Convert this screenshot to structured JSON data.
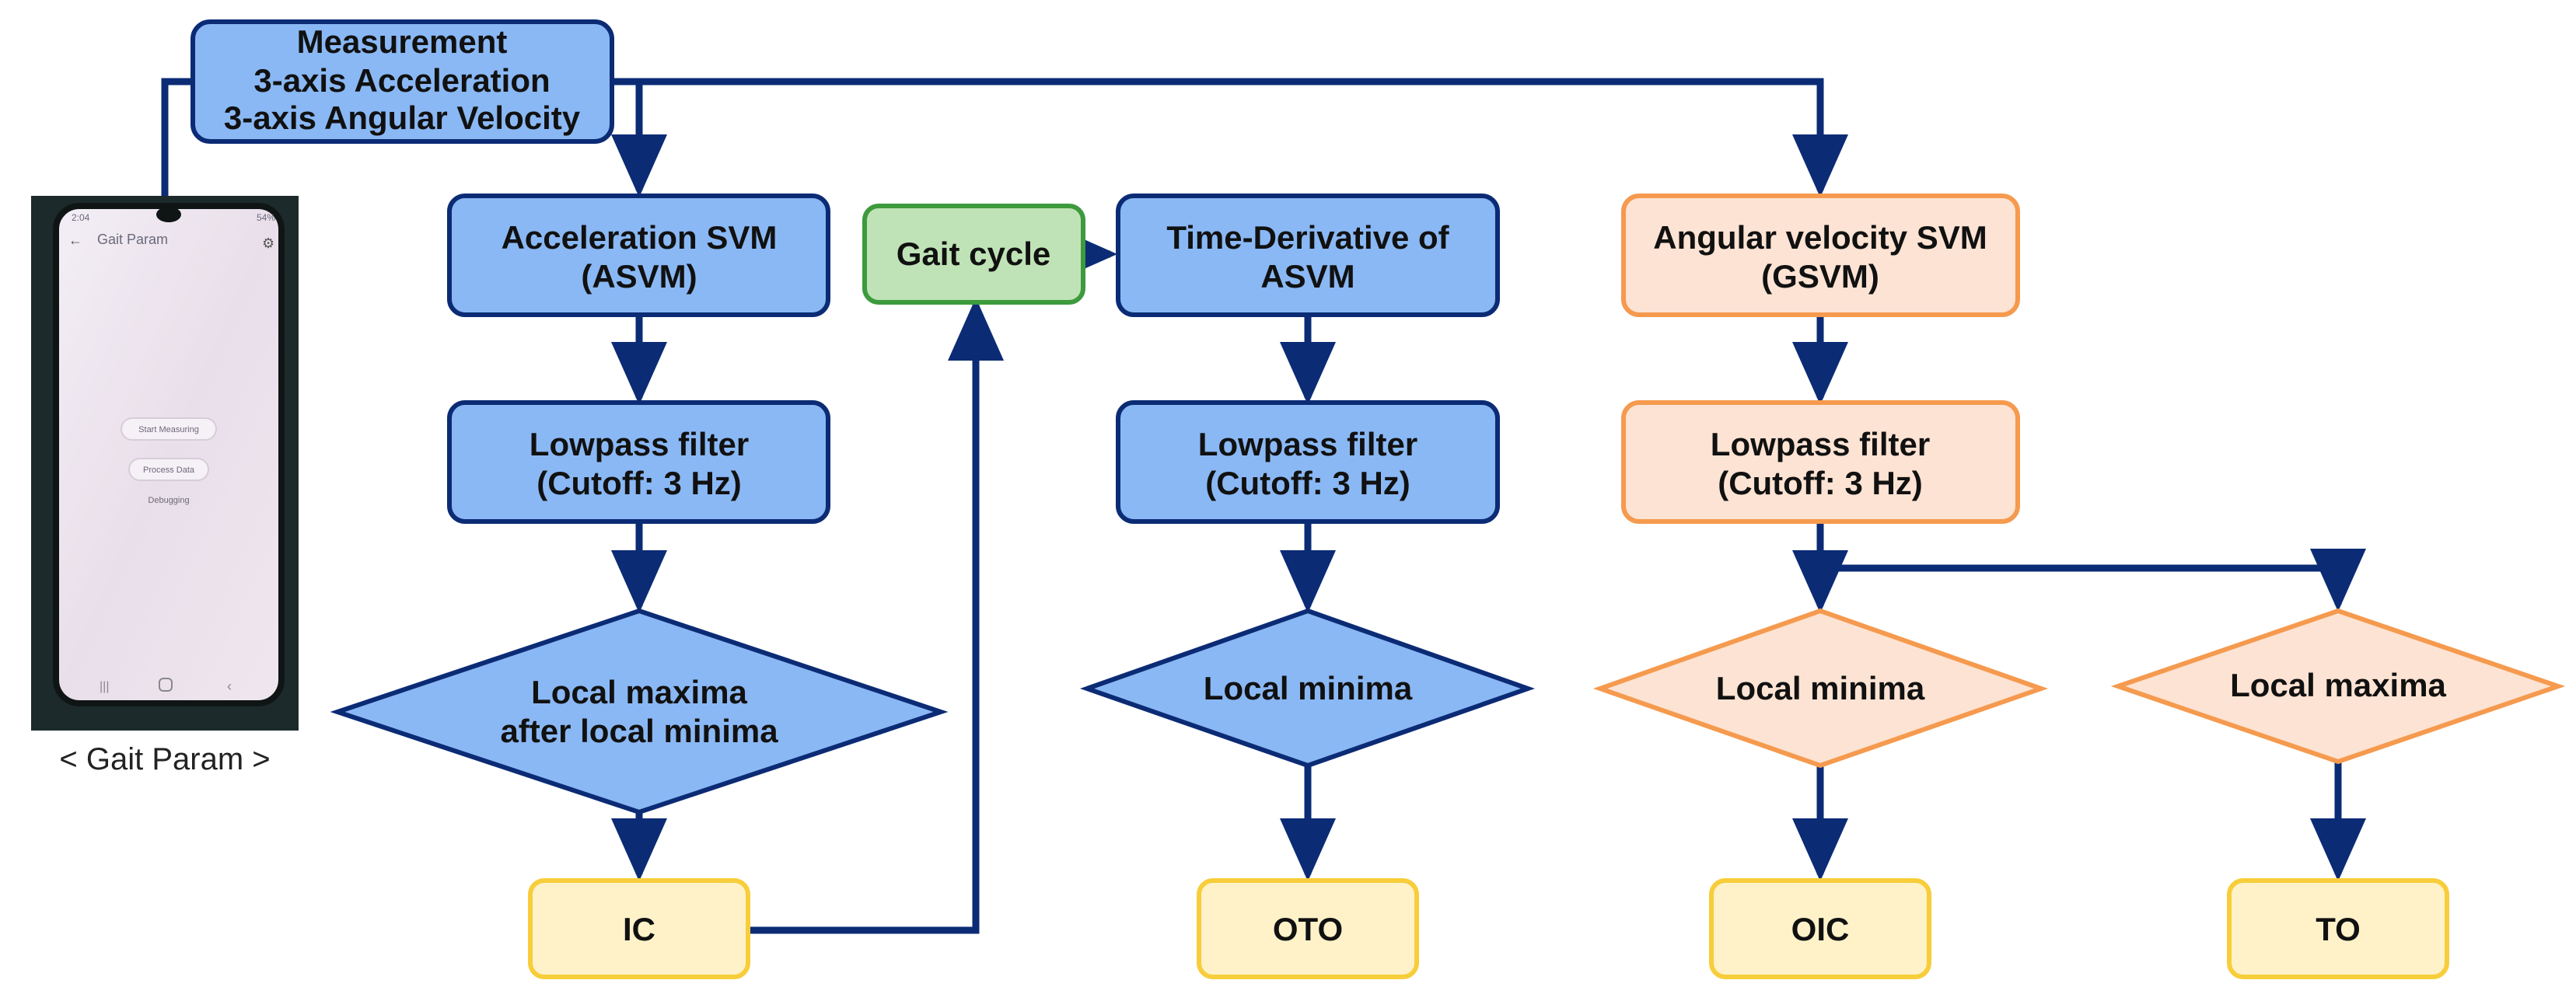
{
  "measurement": {
    "lines": [
      "Measurement",
      "3-axis Acceleration",
      "3-axis Angular Velocity"
    ]
  },
  "phone": {
    "status_time": "2:04",
    "status_battery": "54%",
    "app_title": "Gait Param",
    "start_button": "Start Measuring",
    "process_button": "Process Data",
    "debug_label": "Debugging",
    "caption": "< Gait Param >"
  },
  "column1": {
    "svm": [
      "Acceleration SVM",
      "(ASVM)"
    ],
    "filter": [
      "Lowpass filter",
      "(Cutoff: 3 Hz)"
    ],
    "detect": [
      "Local maxima",
      "after local minima"
    ],
    "event": "IC"
  },
  "gait_cycle": "Gait cycle",
  "column2": {
    "svm": [
      "Time-Derivative of",
      "ASVM"
    ],
    "filter": [
      "Lowpass filter",
      "(Cutoff: 3 Hz)"
    ],
    "detect": "Local minima",
    "event": "OTO"
  },
  "column3": {
    "svm": [
      "Angular velocity SVM",
      "(GSVM)"
    ],
    "filter": [
      "Lowpass filter",
      "(Cutoff: 3 Hz)"
    ],
    "detect_left": "Local minima",
    "event_left": "OIC",
    "detect_right": "Local maxima",
    "event_right": "TO"
  },
  "colors": {
    "blue_fill": "#8ab8f4",
    "blue_stroke": "#0b2b75",
    "orange_fill": "#fde3d3",
    "orange_stroke": "#f59a4e",
    "yellow_fill": "#fff2c9",
    "yellow_stroke": "#f7cd3a",
    "green_fill": "#bfe3b6",
    "green_stroke": "#3d9a3d",
    "line": "#0b2b75"
  }
}
